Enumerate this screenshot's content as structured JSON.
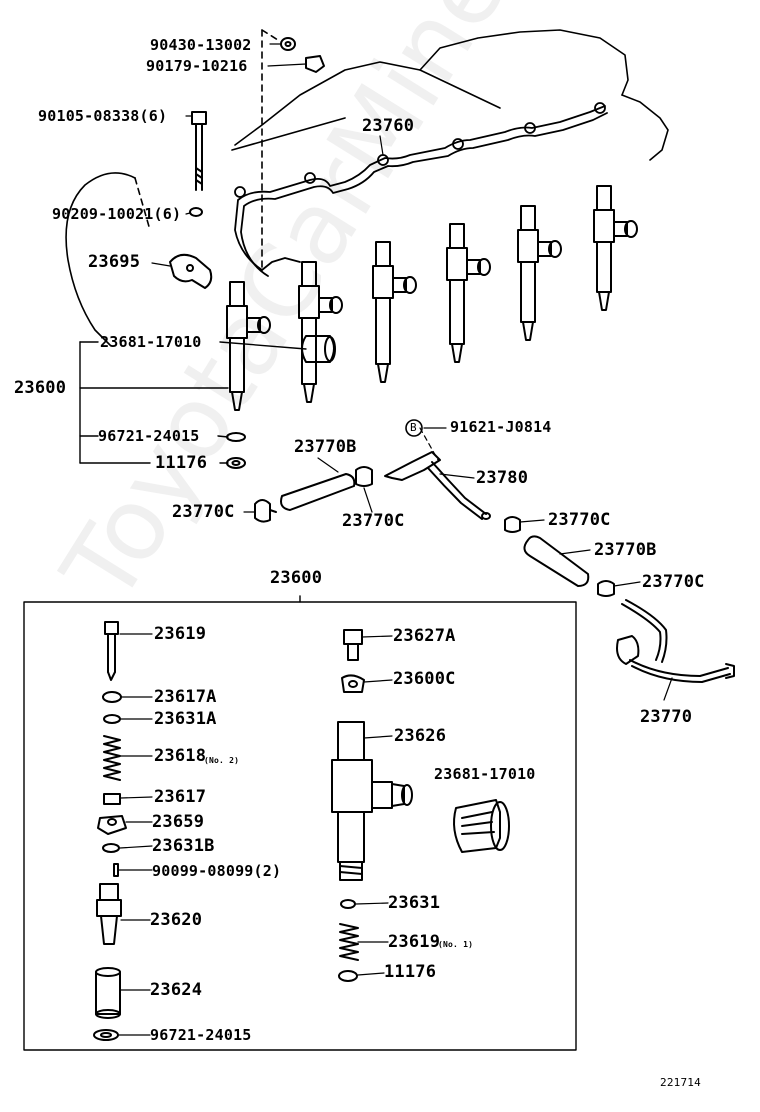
{
  "watermark": "ToyotaCarMine.ru",
  "diagram_code": "221714",
  "labels": {
    "l90430": "90430-13002",
    "l90179": "90179-10216",
    "l90105": "90105-08338(6)",
    "l23760": "23760",
    "l90209": "90209-10021(6)",
    "l23695": "23695",
    "l23681top": "23681-17010",
    "l23600": "23600",
    "l96721top": "96721-24015",
    "l11176top": "11176",
    "l91621": "91621-J0814",
    "l23770B_a": "23770B",
    "l23780": "23780",
    "l23770C_a": "23770C",
    "l23770C_b": "23770C",
    "l23770C_c": "23770C",
    "l23770B_b": "23770B",
    "l23770C_d": "23770C",
    "l23600box": "23600",
    "l23770": "23770",
    "l23619": "23619",
    "l23627A": "23627A",
    "l23617A": "23617A",
    "l23600C": "23600C",
    "l23631A": "23631A",
    "l23626": "23626",
    "l23618": "23618",
    "l23618sub": "(No. 2)",
    "l23681box": "23681-17010",
    "l23617": "23617",
    "l23659": "23659",
    "l23631B": "23631B",
    "l90099": "90099-08099(2)",
    "l23620": "23620",
    "l23631": "23631",
    "l23619b": "23619",
    "l23619bsub": "(No. 1)",
    "l11176b": "11176",
    "l23624": "23624",
    "l96721b": "96721-24015"
  },
  "badge_letter": "B"
}
